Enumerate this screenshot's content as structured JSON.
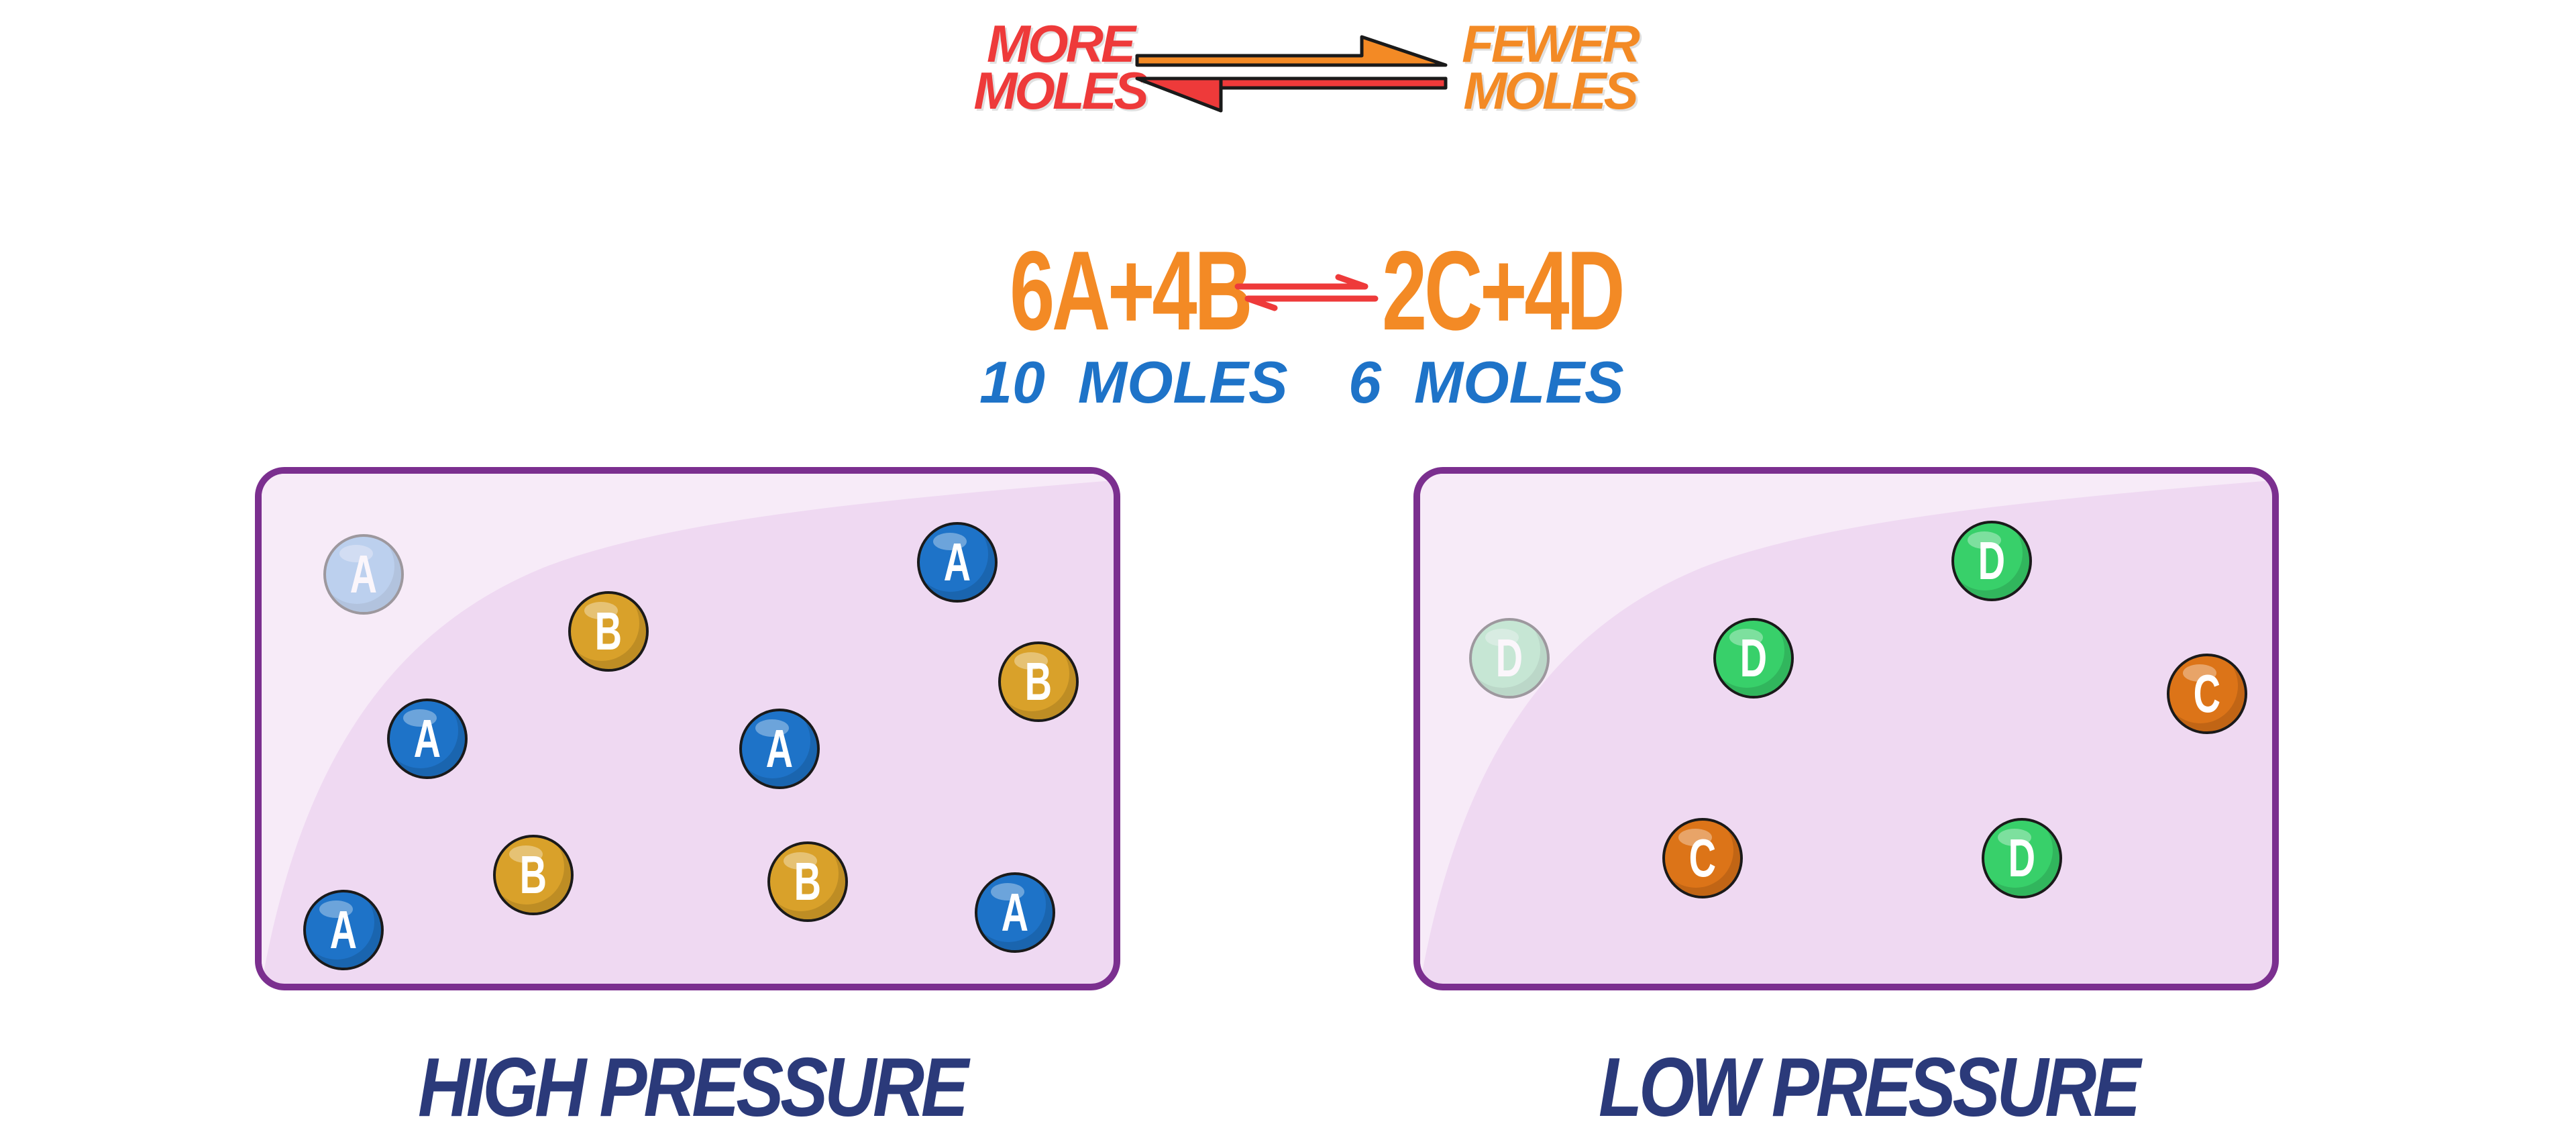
{
  "header": {
    "more_moles_line1": "MORE",
    "more_moles_line2": "MOLES",
    "fewer_moles_line1": "FEWER",
    "fewer_moles_line2": "MOLES"
  },
  "equation": {
    "reactants": "6A+4B",
    "products": "2C+4D",
    "reactant_moles": "10  MOLES",
    "product_moles": "6  MOLES"
  },
  "high_pressure": {
    "label": "HIGH PRESSURE",
    "particles": [
      {
        "letter": "A",
        "kind": "A",
        "faded": true
      },
      {
        "letter": "B",
        "kind": "B",
        "faded": false
      },
      {
        "letter": "A",
        "kind": "A",
        "faded": false
      },
      {
        "letter": "A",
        "kind": "A",
        "faded": false
      },
      {
        "letter": "B",
        "kind": "B",
        "faded": false
      },
      {
        "letter": "B",
        "kind": "B",
        "faded": false
      },
      {
        "letter": "A",
        "kind": "A",
        "faded": false
      },
      {
        "letter": "B",
        "kind": "B",
        "faded": false
      },
      {
        "letter": "A",
        "kind": "A",
        "faded": false
      },
      {
        "letter": "A",
        "kind": "A",
        "faded": false
      }
    ]
  },
  "low_pressure": {
    "label": "LOW PRESSURE",
    "particles": [
      {
        "letter": "D",
        "kind": "D",
        "faded": true
      },
      {
        "letter": "D",
        "kind": "D",
        "faded": false
      },
      {
        "letter": "D",
        "kind": "D",
        "faded": false
      },
      {
        "letter": "C",
        "kind": "C",
        "faded": false
      },
      {
        "letter": "C",
        "kind": "C",
        "faded": false
      },
      {
        "letter": "D",
        "kind": "D",
        "faded": false
      }
    ]
  },
  "colors": {
    "more_moles": "#ee3a3a",
    "fewer_moles": "#f38a25",
    "equation": "#f38a25",
    "moles_count": "#1e73c8",
    "pressure_label": "#2b3a7a",
    "container_border": "#7b2f8f",
    "container_fill": "#efd9f2",
    "particle_A": "#1e73c8",
    "particle_B": "#d9a12a",
    "particle_C": "#dc7418",
    "particle_D": "#38d06a",
    "particle_A_faded": "#8cbbe6",
    "particle_D_faded": "#9fe3b8"
  }
}
